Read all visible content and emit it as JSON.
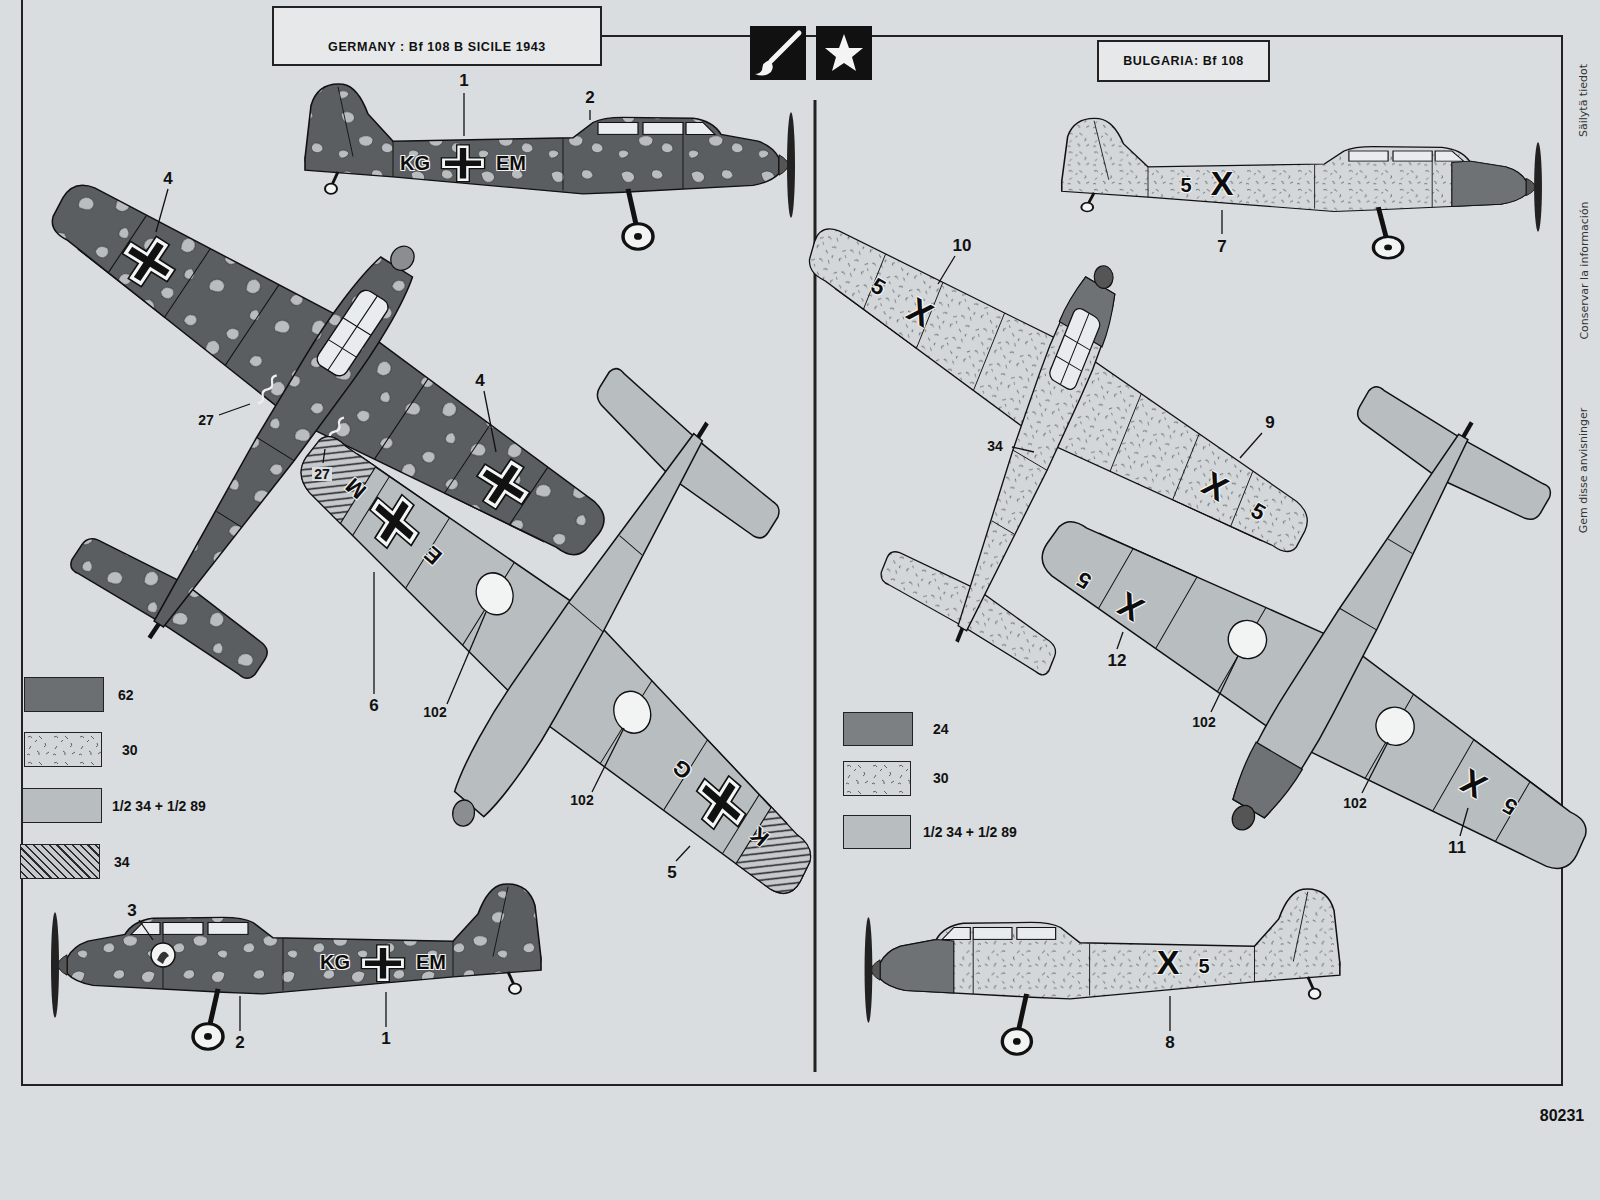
{
  "diagram": {
    "nodes": [
      {
        "text": [
          "GERMANY : Bf 108 B SICILE 1943"
        ]
      },
      {
        "text": [
          "BULGARIA: Bf 108"
        ]
      }
    ],
    "labels": [
      "1",
      "2",
      "KG",
      "EM",
      "4",
      "27",
      "4",
      "27",
      "M",
      "E",
      "6",
      "102",
      "102",
      "G",
      "K",
      "5",
      "3",
      "KG",
      "EM",
      "2",
      "1",
      "5",
      "X",
      "7",
      "10",
      "5",
      "X",
      "34",
      "9",
      "X",
      "5",
      "5",
      "X",
      "12",
      "102",
      "102",
      "X",
      "5",
      "11",
      "X",
      "5",
      "8",
      "Säilytä tiedot",
      "Conservar la información",
      "Gem disse anvisninger",
      "80231"
    ],
    "legend": [
      {
        "text": "62",
        "color": "#6b6f72"
      },
      {
        "text": "30",
        "color": "#d3d7d9"
      },
      {
        "text": "1/2 34 + 1/2 89",
        "color": "#b8bdc0"
      },
      {
        "text": "34"
      },
      {
        "text": "24",
        "color": "#7c8083"
      },
      {
        "text": "30",
        "color": "#d3d7d9"
      },
      {
        "text": "1/2 34 + 1/2 89",
        "color": "#b8bdc0"
      }
    ]
  }
}
